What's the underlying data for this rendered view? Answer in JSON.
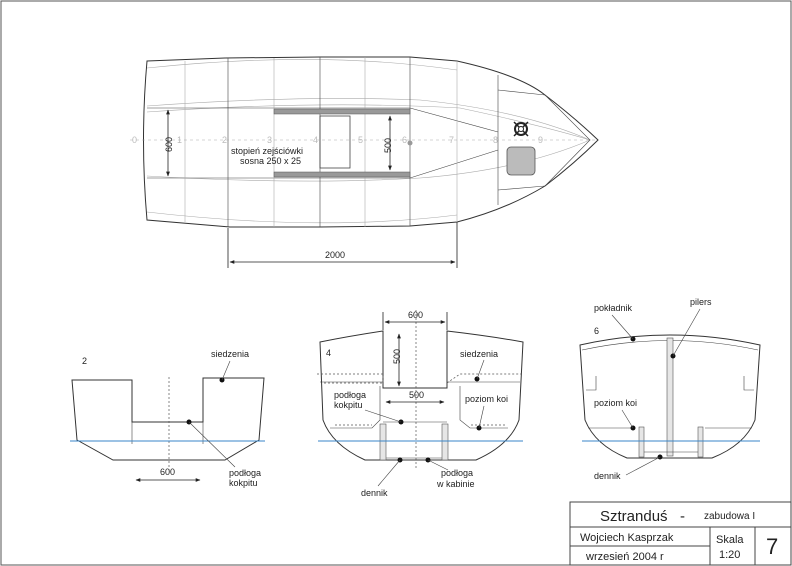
{
  "plan": {
    "stations": [
      "0",
      "1",
      "2",
      "3",
      "4",
      "5",
      "6",
      "7",
      "8",
      "9"
    ],
    "dim_width_left": "600",
    "dim_width_mid": "500",
    "dim_length": "2000",
    "step_label_1": "stopień zejściówki",
    "step_label_2": "sosna 250 x 25"
  },
  "section2": {
    "number": "2",
    "label_seat": "siedzenia",
    "label_floor_1": "podłoga",
    "label_floor_2": "kokpitu",
    "dim_floor": "600"
  },
  "section4": {
    "number": "4",
    "dim_top": "600",
    "dim_vertical": "500",
    "dim_inner": "500",
    "label_seat": "siedzenia",
    "label_floor_1": "podłoga",
    "label_floor_2": "kokpitu",
    "label_level": "poziom koi",
    "label_floor_cabin_1": "podłoga",
    "label_floor_cabin_2": "w kabinie",
    "label_frame": "dennik"
  },
  "section6": {
    "number": "6",
    "label_deckbeam": "pokładnik",
    "label_pillar": "pilers",
    "label_level": "poziom koi",
    "label_frame": "dennik"
  },
  "title_block": {
    "title": "Sztranduś",
    "dash": "-",
    "subtitle": "zabudowa I",
    "author": "Wojciech Kasprzak",
    "date": "wrzesień 2004 r",
    "scale_label": "Skala",
    "scale_value": "1:20",
    "sheet_number": "7"
  }
}
